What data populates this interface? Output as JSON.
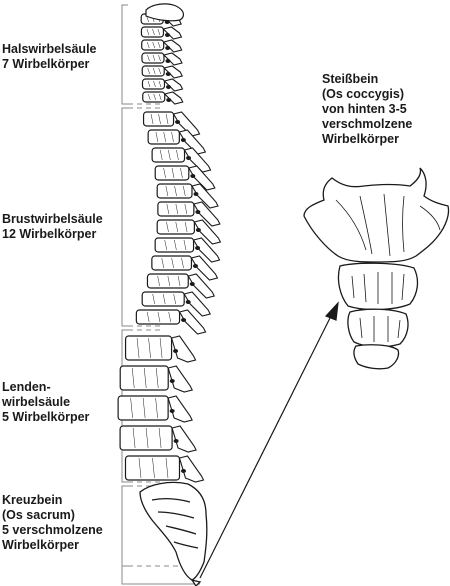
{
  "labels": {
    "cervical": [
      "Halswirbelsäule",
      "7 Wirbelkörper"
    ],
    "thoracic": [
      "Brustwirbelsäule",
      "12 Wirbelkörper"
    ],
    "lumbar": [
      "Lenden-",
      "wirbelsäule",
      "5 Wirbelkörper"
    ],
    "sacrum": [
      "Kreuzbein",
      "(Os sacrum)",
      "5 verschmolzene",
      "Wirbelkörper"
    ],
    "coccyx": [
      "Steißbein",
      "(Os coccygis)",
      "von hinten 3-5",
      "verschmolzene",
      "Wirbelkörper"
    ]
  },
  "colors": {
    "line": "#1a1a1a",
    "bracket": "#888888",
    "background": "#ffffff"
  }
}
